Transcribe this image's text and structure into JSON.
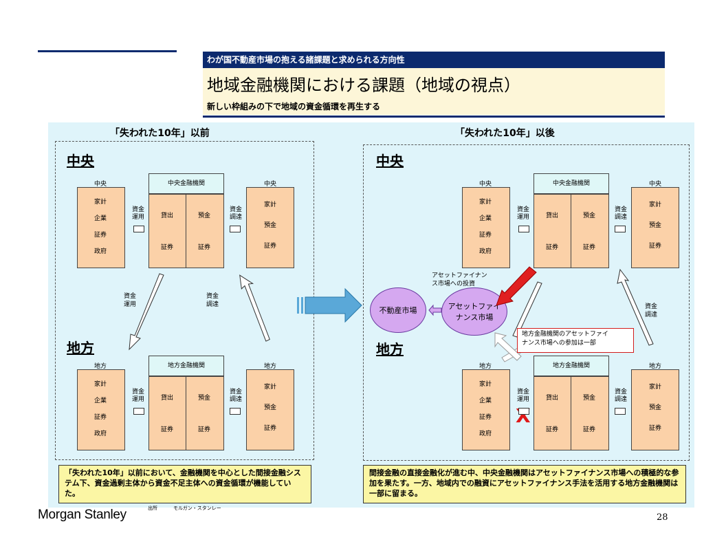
{
  "header": {
    "category": "わが国不動産市場の抱える諸課題と求められる方向性",
    "title": "地域金融機関における課題（地域の視点）",
    "subtitle": "新しい枠組みの下で地域の資金循環を再生する"
  },
  "left": {
    "title": "「失われた10年」以前",
    "central": "中央",
    "regional": "地方",
    "top": {
      "lender_label": "中央",
      "lender_items": [
        "家計",
        "企業",
        "証券",
        "政府"
      ],
      "bank_name": "中央金融機関",
      "assets": [
        "貸出",
        "証券"
      ],
      "liabilities": [
        "預金",
        "証券"
      ],
      "saver_label": "中央",
      "saver_items": [
        "家計",
        "預金",
        "証券"
      ],
      "flow_out": "資金\n運用",
      "flow_in": "資金\n調達"
    },
    "bottom": {
      "lender_label": "地方",
      "lender_items": [
        "家計",
        "企業",
        "証券",
        "政府"
      ],
      "bank_name": "地方金融機関",
      "assets": [
        "貸出",
        "証券"
      ],
      "liabilities": [
        "預金",
        "証券"
      ],
      "saver_label": "地方",
      "saver_items": [
        "家計",
        "預金",
        "証券"
      ],
      "flow_out": "資金\n運用",
      "flow_in": "資金\n調達"
    },
    "down_label": "資金\n運用",
    "up_label": "資金\n調達",
    "note": "「失われた10年」以前において、金融機関を中心とした間接金融システム下、資金過剰主体から資金不足主体への資金循環が機能していた。"
  },
  "right": {
    "title": "「失われた10年」以後",
    "central": "中央",
    "regional": "地方",
    "top": {
      "lender_label": "中央",
      "lender_items": [
        "家計",
        "企業",
        "証券",
        "政府"
      ],
      "bank_name": "中央金融機関",
      "assets": [
        "貸出",
        "証券"
      ],
      "liabilities": [
        "預金",
        "証券"
      ],
      "saver_label": "中央",
      "saver_items": [
        "家計",
        "預金",
        "証券"
      ],
      "flow_out": "資金\n運用",
      "flow_in": "資金\n調達"
    },
    "bottom": {
      "lender_label": "地方",
      "lender_items": [
        "家計",
        "企業",
        "証券",
        "政府"
      ],
      "bank_name": "地方金融機関",
      "assets": [
        "貸出",
        "証券"
      ],
      "liabilities": [
        "預金",
        "証券"
      ],
      "saver_label": "地方",
      "saver_items": [
        "家計",
        "預金",
        "証券"
      ],
      "flow_out": "資金\n運用",
      "flow_in": "資金\n調達"
    },
    "up_label": "資金\n調達",
    "af_invest_label": "アセットファイナン\nス市場への投資",
    "real_estate_market": "不動産市場",
    "af_market": "アセットファイ\nナンス市場",
    "red_note": "地方金融機関のアセットファイ\nナンス市場への参加は一部",
    "cross": "X",
    "note": "間接金融の直接金融化が進む中、中央金融機関はアセットファイナンス市場への積極的な参加を果たす。一方、地域内での融資にアセットファイナンス手法を活用する地方金融機関は一部に留まる。"
  },
  "footer": {
    "logo": "Morgan Stanley",
    "source_label": "出所",
    "source": "モルガン・スタンレー",
    "page": "28"
  },
  "colors": {
    "navy": "#0c2a6e",
    "box": "#fbd1a8",
    "panel": "#dff4fa",
    "note": "#fbf6a4",
    "ellipse": "#d5a8f0",
    "red": "#d21c1c"
  }
}
